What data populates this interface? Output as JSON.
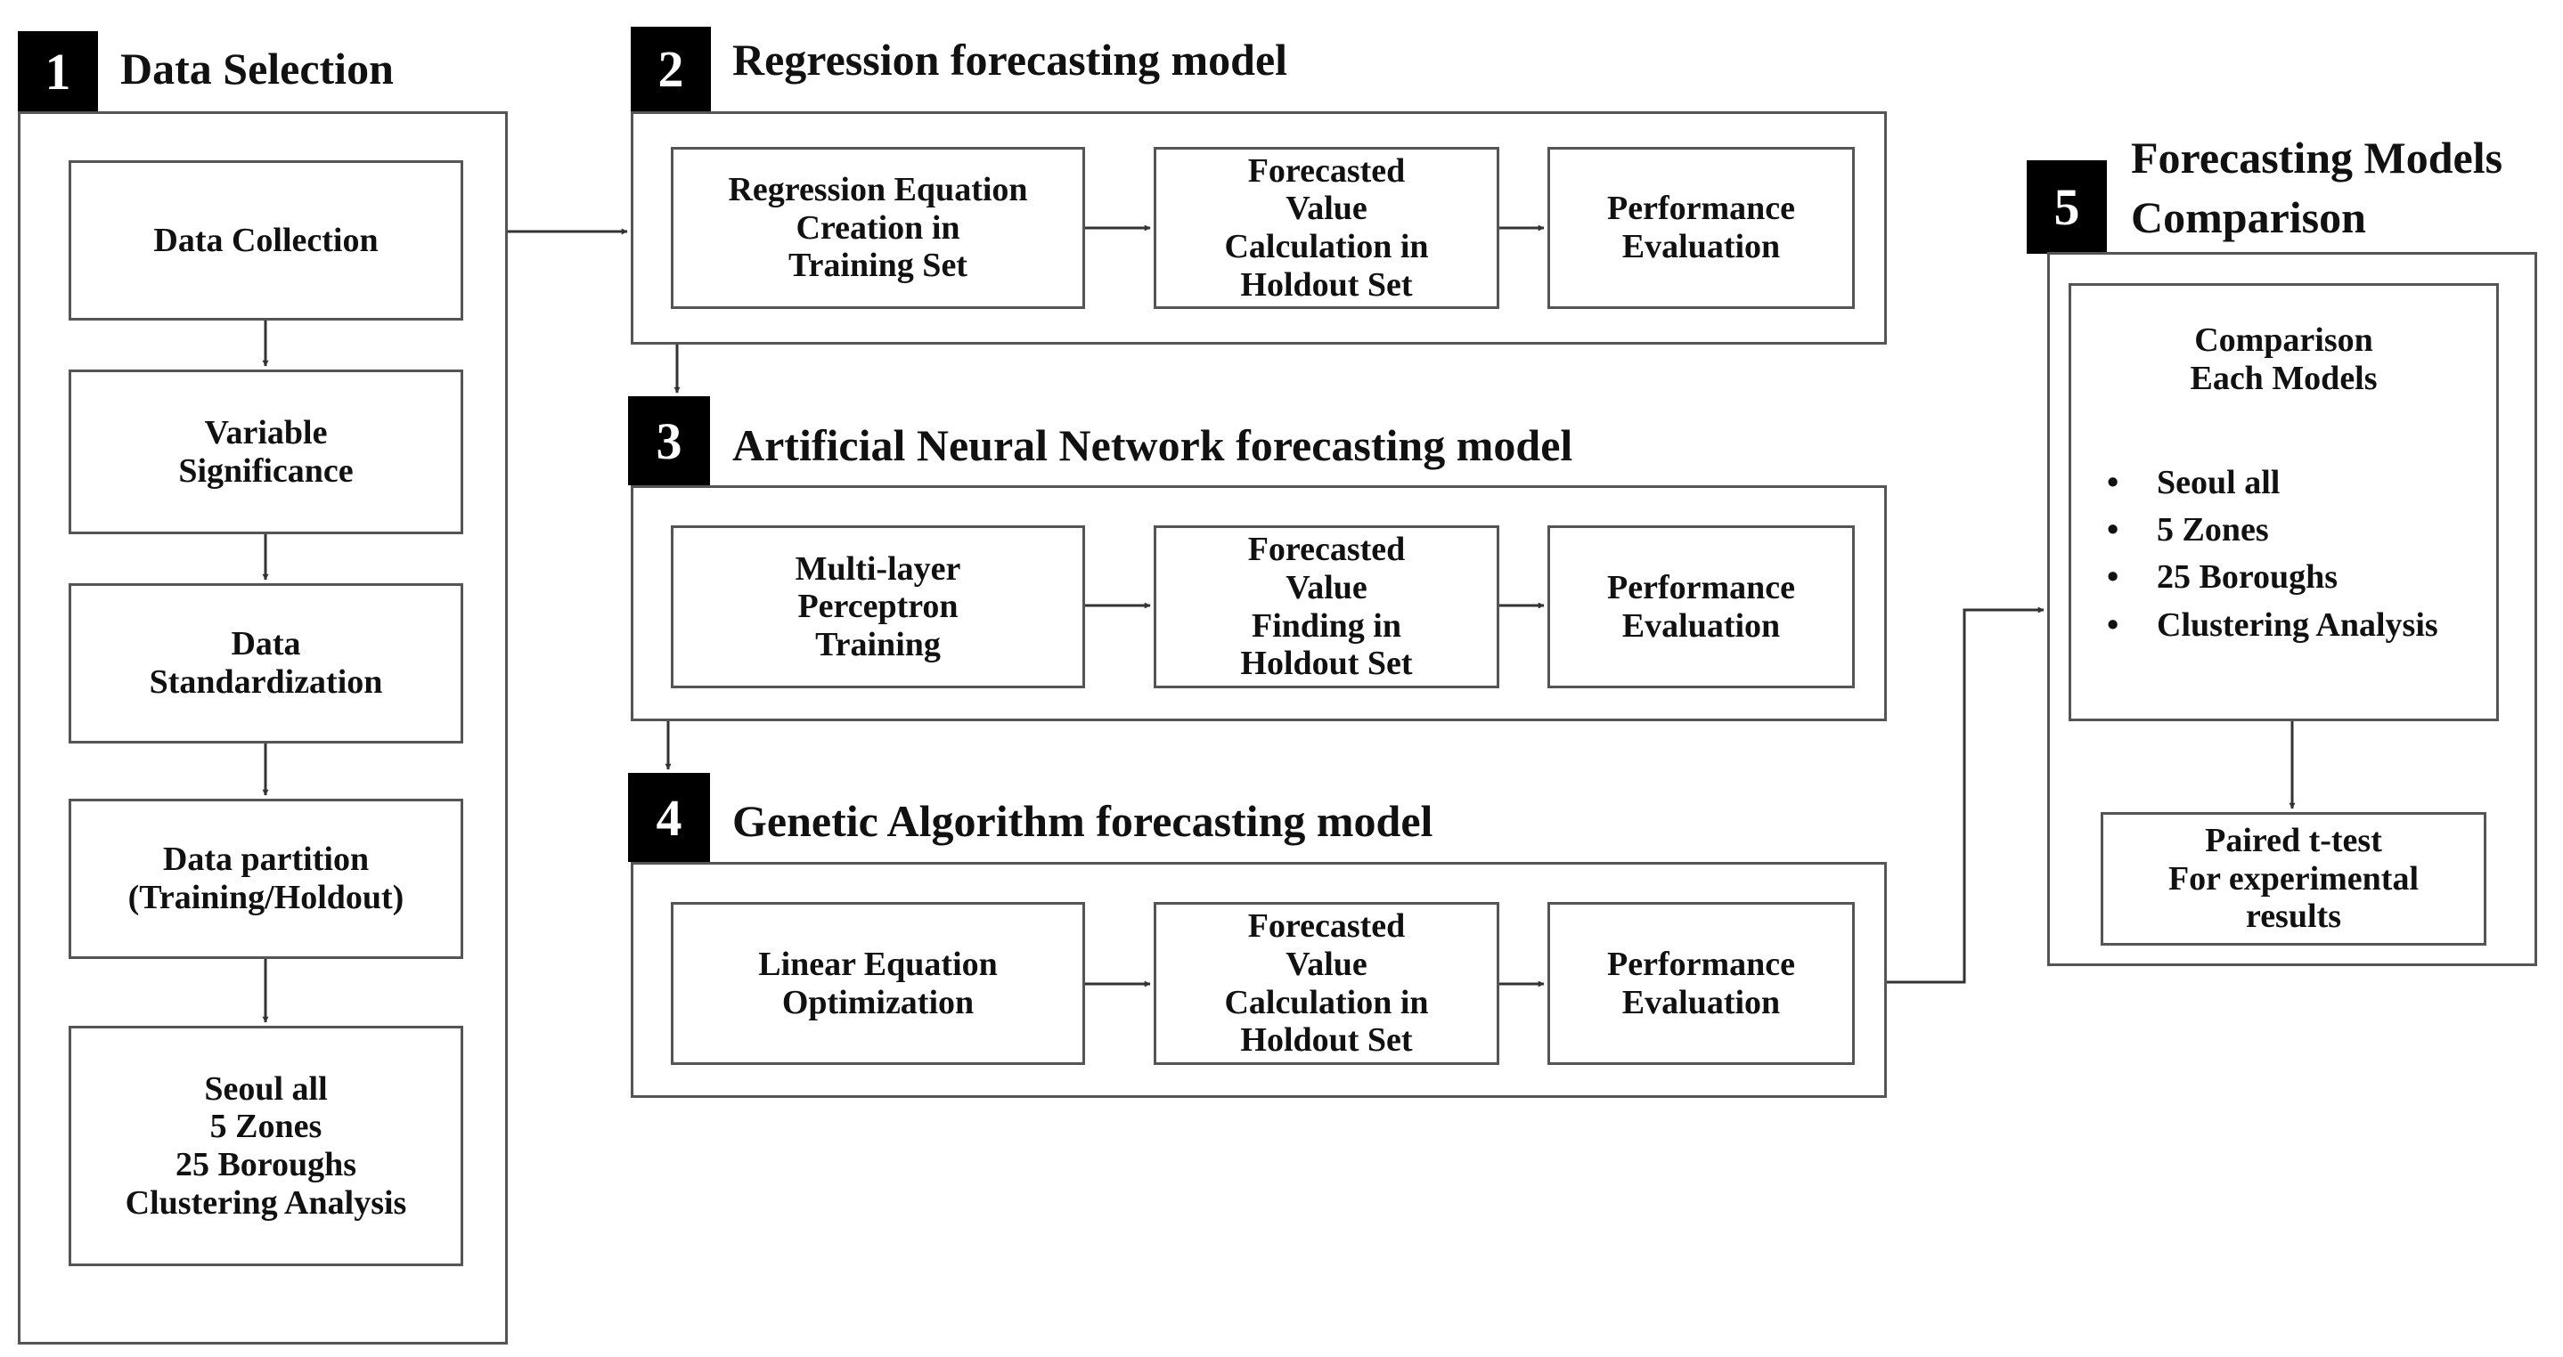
{
  "sections": {
    "s1": {
      "number": "1",
      "title": "Data Selection",
      "boxes": [
        "Data Collection",
        "Variable\nSignificance",
        "Data\nStandardization",
        "Data partition\n(Training/Holdout)",
        "Seoul all\n5 Zones\n25 Boroughs\nClustering Analysis"
      ]
    },
    "s2": {
      "number": "2",
      "title": "Regression  forecasting model",
      "boxes": [
        "Regression Equation\nCreation in\nTraining Set",
        "Forecasted\nValue\nCalculation in\nHoldout Set",
        "Performance\nEvaluation"
      ]
    },
    "s3": {
      "number": "3",
      "title": "Artificial Neural Network  forecasting model",
      "boxes": [
        "Multi-layer\nPerceptron\nTraining",
        "Forecasted\nValue\nFinding in\nHoldout Set",
        "Performance\nEvaluation"
      ]
    },
    "s4": {
      "number": "4",
      "title": "Genetic Algorithm  forecasting model",
      "boxes": [
        "Linear Equation\nOptimization",
        "Forecasted\nValue\nCalculation in\nHoldout Set",
        "Performance\nEvaluation"
      ]
    },
    "s5": {
      "number": "5",
      "title_line1": "Forecasting Models",
      "title_line2": "Comparison",
      "comparison_title": "Comparison\nEach Models",
      "bullets": [
        "Seoul all",
        "5 Zones",
        "25 Boroughs",
        "Clustering Analysis"
      ],
      "ttest": "Paired t-test\nFor experimental\nresults"
    }
  }
}
